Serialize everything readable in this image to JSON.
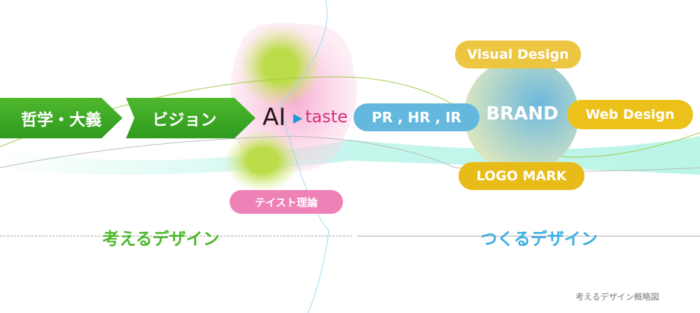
{
  "steps": [
    "哲学・大義",
    "ビジョン"
  ],
  "ai": {
    "label": "AI",
    "taste": "taste"
  },
  "taste_theory": "テイスト理論",
  "pr": "PR , HR , IR",
  "brand": {
    "center": "BRAND",
    "top": "Visual Design",
    "right": "Web Design",
    "bottom": "LOGO MARK"
  },
  "sections": {
    "think": "考えるデザイン",
    "make": "つくるデザイン"
  },
  "caption": "考えるデザイン概略図",
  "colors": {
    "green": "#3fae25",
    "pink": "#ee82b6",
    "blue": "#5ab4dc",
    "yellow": "#e8bf1c",
    "think": "#4cb82a",
    "make": "#3aaee0"
  }
}
